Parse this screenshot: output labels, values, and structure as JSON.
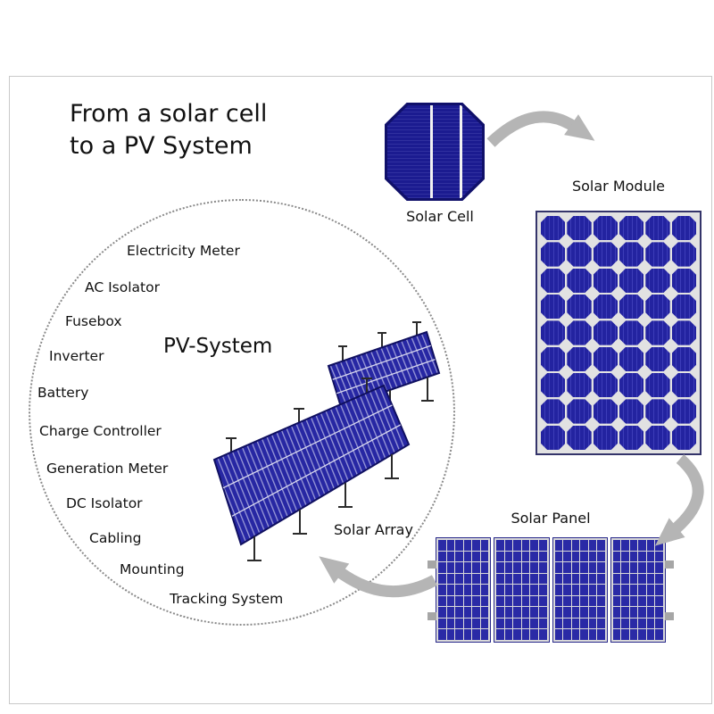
{
  "title": {
    "line1": "From a solar cell",
    "line2": "to a PV System"
  },
  "stages": {
    "solar_cell": "Solar Cell",
    "solar_module": "Solar Module",
    "solar_panel": "Solar Panel",
    "solar_array": "Solar Array"
  },
  "pv_system": {
    "label": "PV-System",
    "components": [
      "Electricity Meter",
      "AC Isolator",
      "Fusebox",
      "Inverter",
      "Battery",
      "Charge Controller",
      "Generation Meter",
      "DC Isolator",
      "Cabling",
      "Mounting",
      "Tracking System"
    ]
  },
  "colors": {
    "cell_navy": "#1b1b90",
    "panel_navy": "#2626a2",
    "arrow_gray": "#b5b5b5",
    "frame_gray": "#c9c9c9",
    "circle_dot_gray": "#8a8a8a"
  }
}
